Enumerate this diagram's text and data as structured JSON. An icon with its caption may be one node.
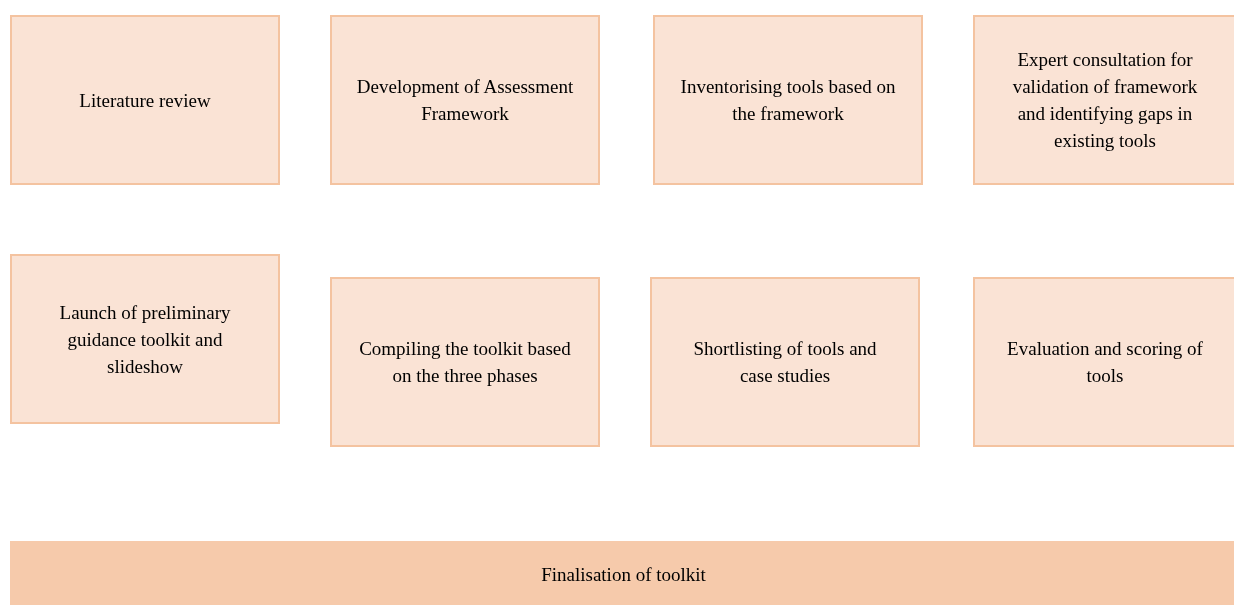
{
  "diagram": {
    "nodes": [
      {
        "text": [
          "Literature review"
        ]
      },
      {
        "text": [
          "Development of Assessment Framework"
        ]
      },
      {
        "text": [
          "Inventorising tools based on the framework"
        ]
      },
      {
        "text": [
          "Expert consultation for validation of framework and identifying gaps in existing tools"
        ]
      },
      {
        "text": [
          "Launch of preliminary guidance toolkit and slideshow"
        ]
      },
      {
        "text": [
          "Compiling the toolkit based on the three phases"
        ]
      },
      {
        "text": [
          "Shortlisting of tools and case studies"
        ]
      },
      {
        "text": [
          "Evaluation and scoring of tools"
        ]
      },
      {
        "text": [
          "Finalisation of toolkit"
        ]
      }
    ]
  }
}
